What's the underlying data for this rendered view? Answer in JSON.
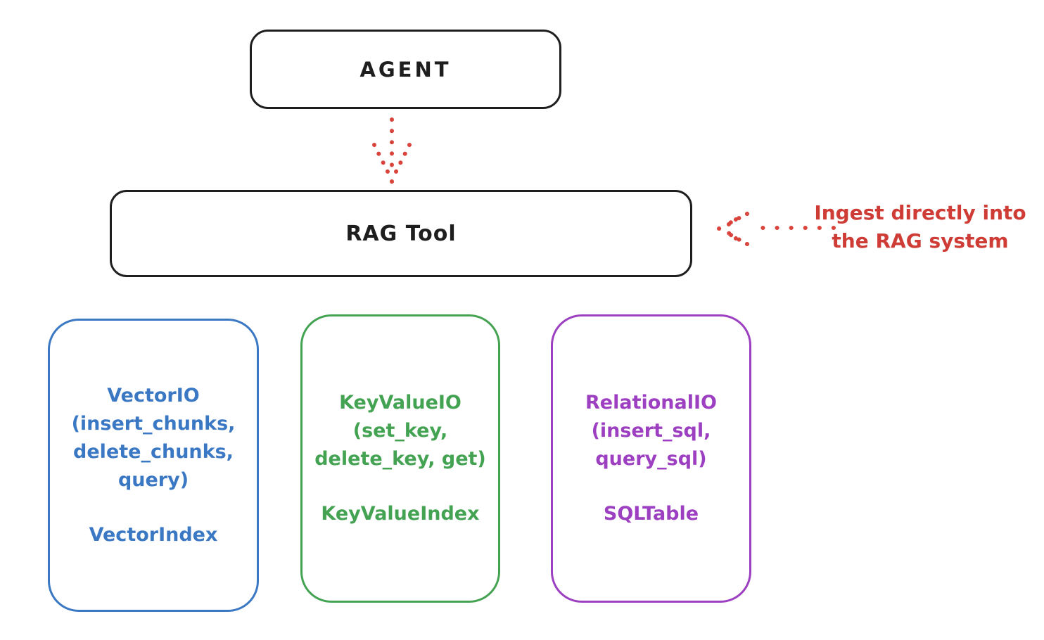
{
  "agent_box": {
    "label": "AGENT"
  },
  "rag_tool_box": {
    "label": "RAG Tool"
  },
  "annotation": {
    "lines": [
      "Ingest directly into",
      "the RAG system"
    ],
    "color": "#cf3c36"
  },
  "stores": [
    {
      "name": "vector-io",
      "color": "#3b78c4",
      "lines": [
        "VectorIO",
        "(insert_chunks,",
        "delete_chunks,",
        "query)"
      ],
      "index_label": "VectorIndex"
    },
    {
      "name": "key-value-io",
      "color": "#44a352",
      "lines": [
        "KeyValueIO",
        "(set_key,",
        "delete_key, get)"
      ],
      "index_label": "KeyValueIndex"
    },
    {
      "name": "relational-io",
      "color": "#9d3fc1",
      "lines": [
        "RelationalIO",
        "(insert_sql,",
        "query_sql)"
      ],
      "index_label": "SQLTable"
    }
  ],
  "colors": {
    "box_stroke": "#1e1e1e",
    "arrow_red": "#d9453d",
    "background": "#ffffff"
  }
}
